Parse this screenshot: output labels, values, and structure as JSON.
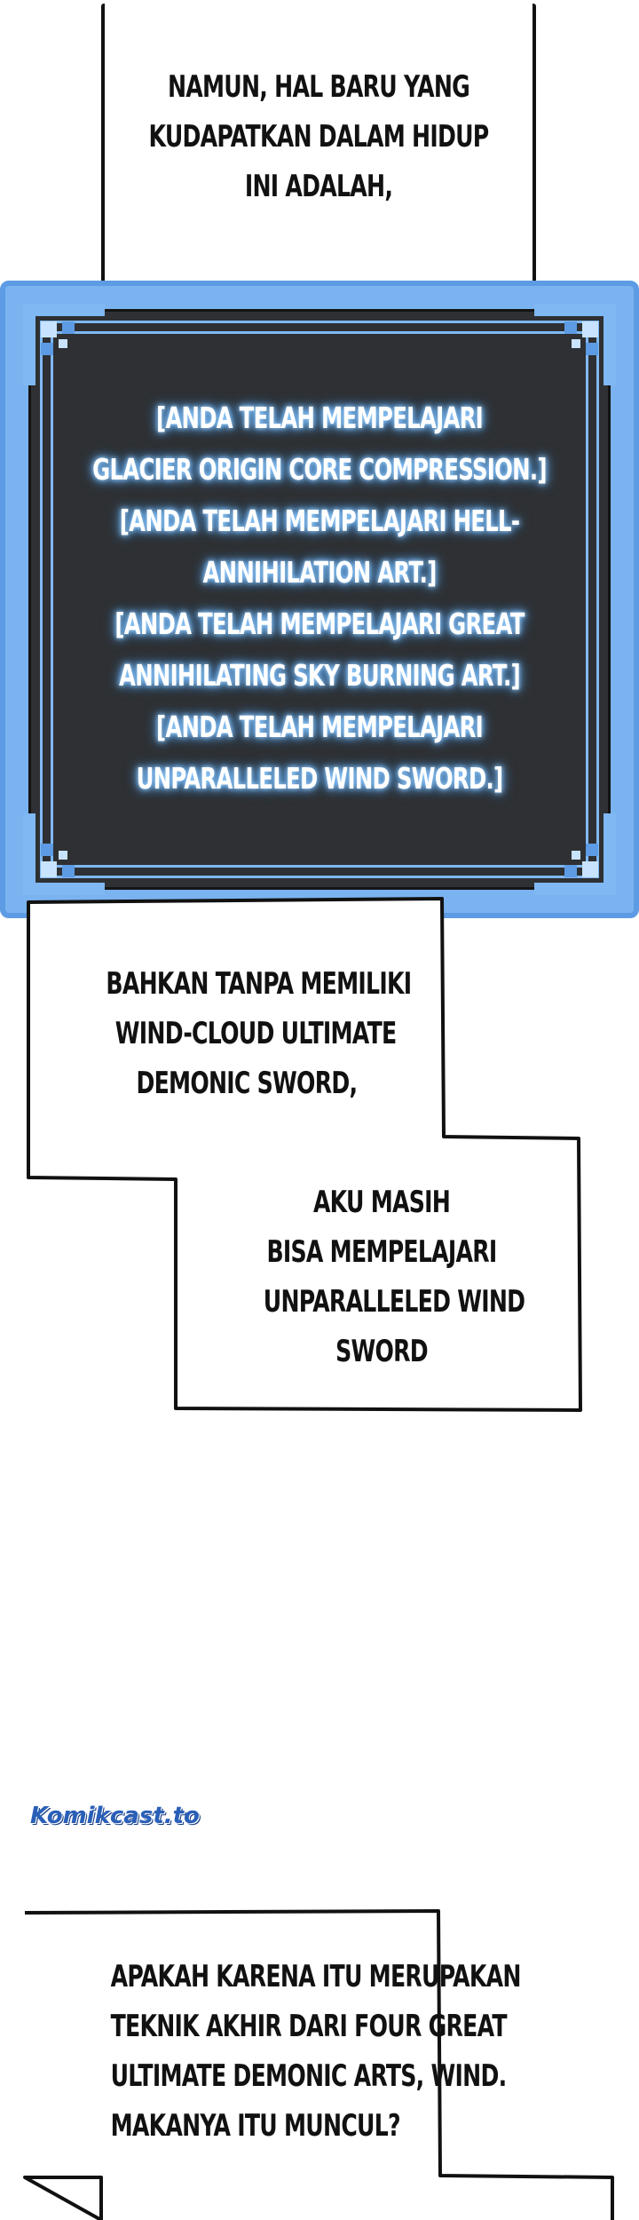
{
  "caption_1": {
    "lines": [
      "NAMUN, HAL BARU YANG",
      "KUDAPATKAN DALAM HIDUP",
      "INI ADALAH,"
    ]
  },
  "system_message": {
    "lines": [
      "[ANDA TELAH MEMPELAJARI",
      "GLACIER ORIGIN CORE COMPRESSION.]",
      "[ANDA TELAH MEMPELAJARI HELL-",
      "ANNIHILATION ART.]",
      "[ANDA TELAH MEMPELAJARI GREAT",
      "ANNIHILATING SKY BURNING ART.]",
      "[ANDA TELAH MEMPELAJARI",
      "UNPARALLELED WIND SWORD.]"
    ]
  },
  "caption_2": {
    "lines": [
      "BAHKAN TANPA MEMILIKI",
      "WIND-CLOUD ULTIMATE",
      "DEMONIC SWORD,"
    ]
  },
  "caption_3": {
    "lines": [
      "AKU MASIH",
      "BISA MEMPELAJARI",
      "UNPARALLELED WIND",
      "SWORD"
    ]
  },
  "watermark": {
    "text": "Komikcast.to"
  },
  "caption_4": {
    "lines": [
      "APAKAH KARENA ITU MERUPAKAN",
      "TEKNIK AKHIR DARI FOUR GREAT",
      "ULTIMATE DEMONIC ARTS, WIND.",
      "MAKANYA ITU MUNCUL?"
    ]
  },
  "colors": {
    "panel_blue": "#7ab3ef",
    "panel_dark": "#2e3033",
    "glow": "#6cb6ff",
    "ink": "#111111"
  }
}
